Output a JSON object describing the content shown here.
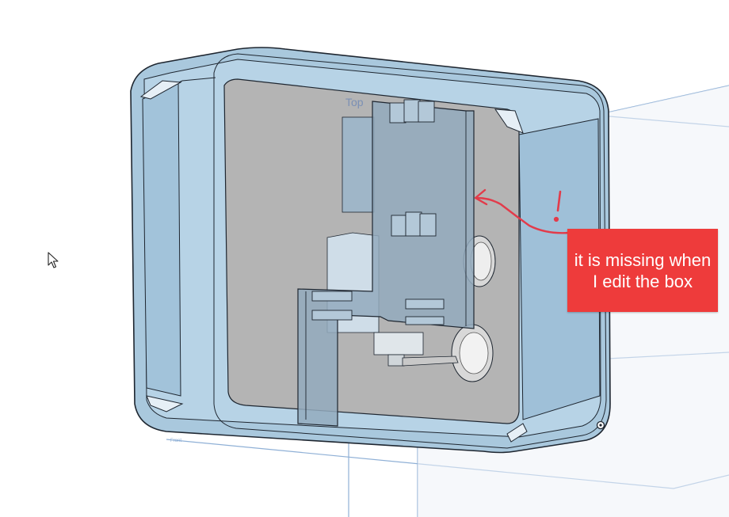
{
  "viewport": {
    "plane_label": "Top",
    "origin_label": "Front"
  },
  "annotation": {
    "callout_text": "it is missing when I edit the box",
    "mark": "!",
    "color": "#ee3b3b"
  },
  "colors": {
    "shell_fill": "#a9c8dd",
    "shell_edge": "#1e2630",
    "cavity_fill": "#b4b4b4",
    "plane_line": "#8fb0d6"
  },
  "cursor": {
    "icon": "arrow-pointer-icon"
  }
}
